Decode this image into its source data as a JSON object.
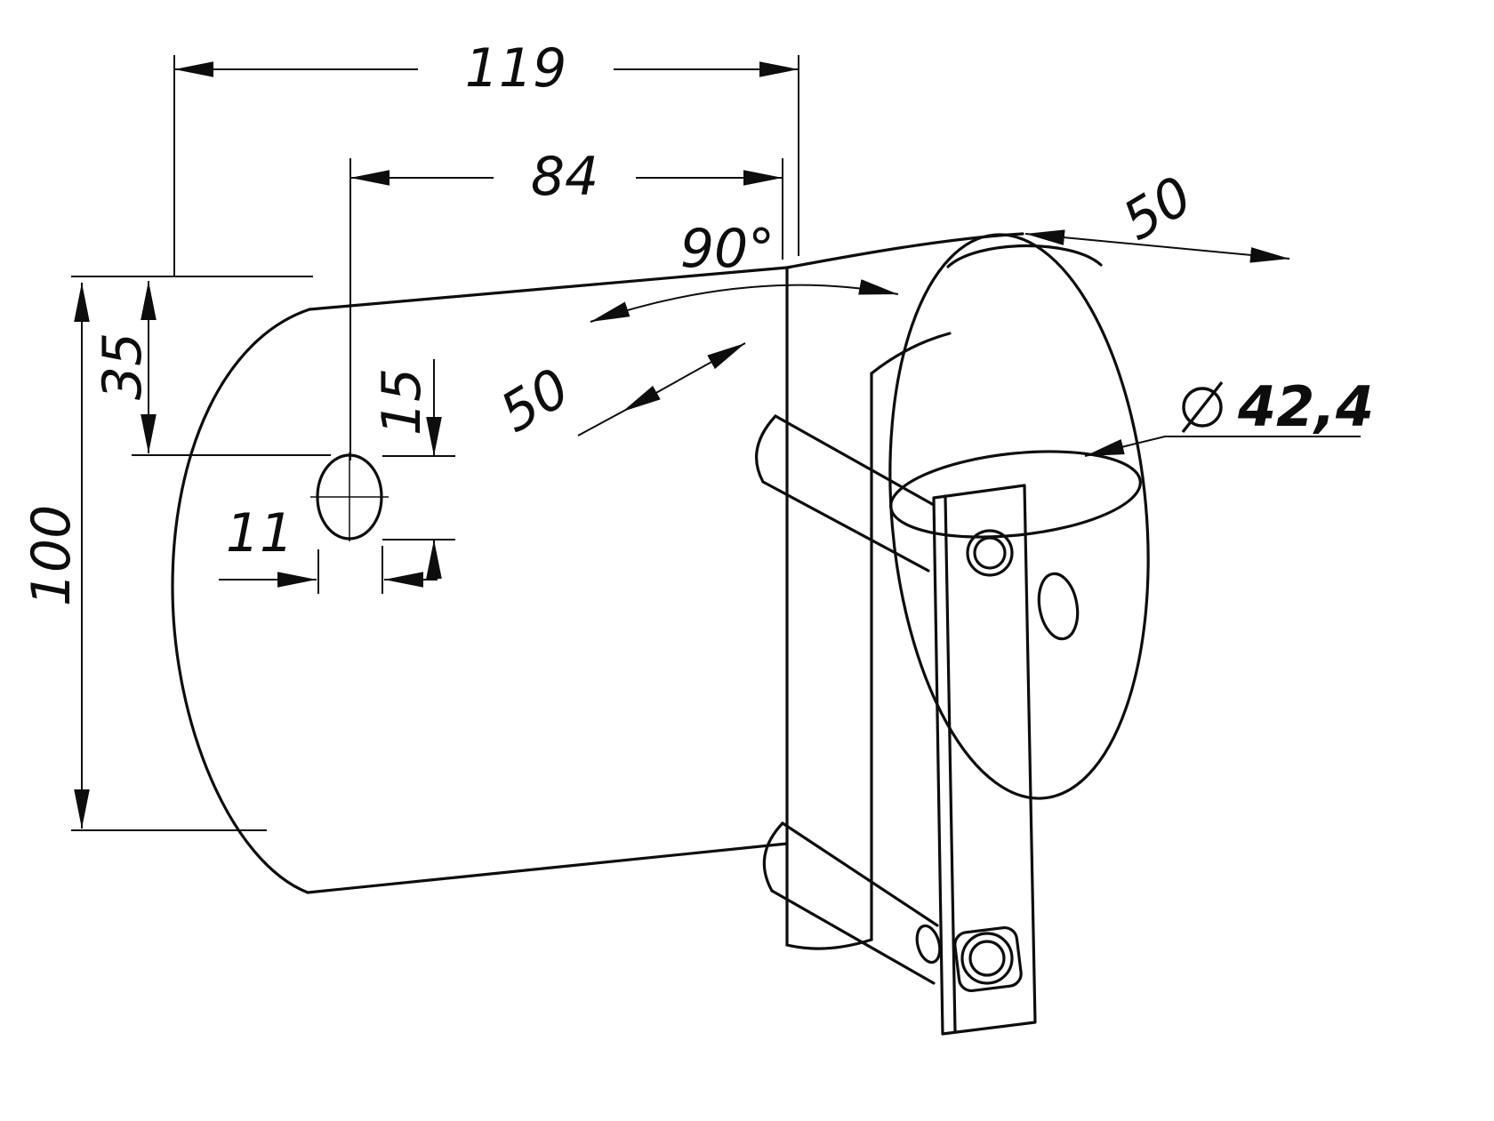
{
  "drawing": {
    "dimensions": {
      "d119": "119",
      "d84": "84",
      "d90": "90°",
      "d50_projection": "50",
      "d50_width": "50",
      "d35": "35",
      "d15": "15",
      "d100": "100",
      "d11": "11",
      "d424": "42,4",
      "diameter_symbol": "⌀"
    }
  }
}
